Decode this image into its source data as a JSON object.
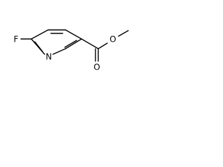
{
  "molecule": {
    "atoms": {
      "fluorine": "F",
      "nitrogen": "N",
      "carbonyl_oxygen": "O",
      "ester_oxygen": "O"
    }
  },
  "colors": {
    "bond": "#000000",
    "label": "#000000",
    "background": "#ffffff"
  }
}
